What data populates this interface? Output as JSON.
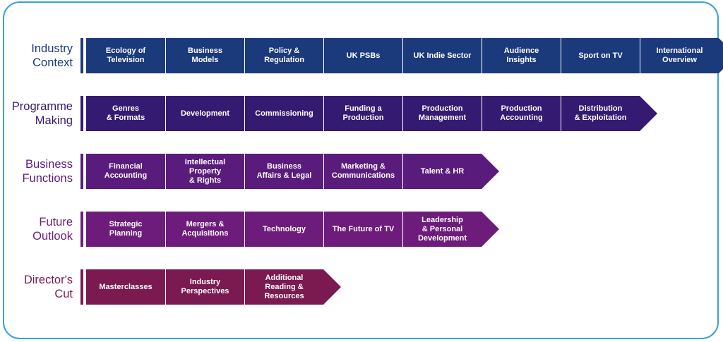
{
  "rows": [
    {
      "label": "Industry\nContext",
      "color": "#1b3a7c",
      "cells": [
        "Ecology of\nTelevision",
        "Business\nModels",
        "Policy &\nRegulation",
        "UK PSBs",
        "UK Indie Sector",
        "Audience\nInsights",
        "Sport on TV",
        "International\nOverview"
      ]
    },
    {
      "label": "Programme\nMaking",
      "color": "#351a72",
      "cells": [
        "Genres\n& Formats",
        "Development",
        "Commissioning",
        "Funding a\nProduction",
        "Production\nManagement",
        "Production\nAccounting",
        "Distribution\n& Exploitation"
      ]
    },
    {
      "label": "Business\nFunctions",
      "color": "#5a1c7c",
      "cells": [
        "Financial\nAccounting",
        "Intellectual\nProperty\n& Rights",
        "Business\nAffairs & Legal",
        "Marketing &\nCommunications",
        "Talent & HR"
      ]
    },
    {
      "label": "Future\nOutlook",
      "color": "#6e1c7c",
      "cells": [
        "Strategic\nPlanning",
        "Mergers &\nAcquisitions",
        "Technology",
        "The Future of TV",
        "Leadership\n& Personal\nDevelopment"
      ]
    },
    {
      "label": "Director's\nCut",
      "color": "#7a1a50",
      "cells": [
        "Masterclasses",
        "Industry\nPerspectives",
        "Additional\nReading &\nResources"
      ]
    }
  ]
}
